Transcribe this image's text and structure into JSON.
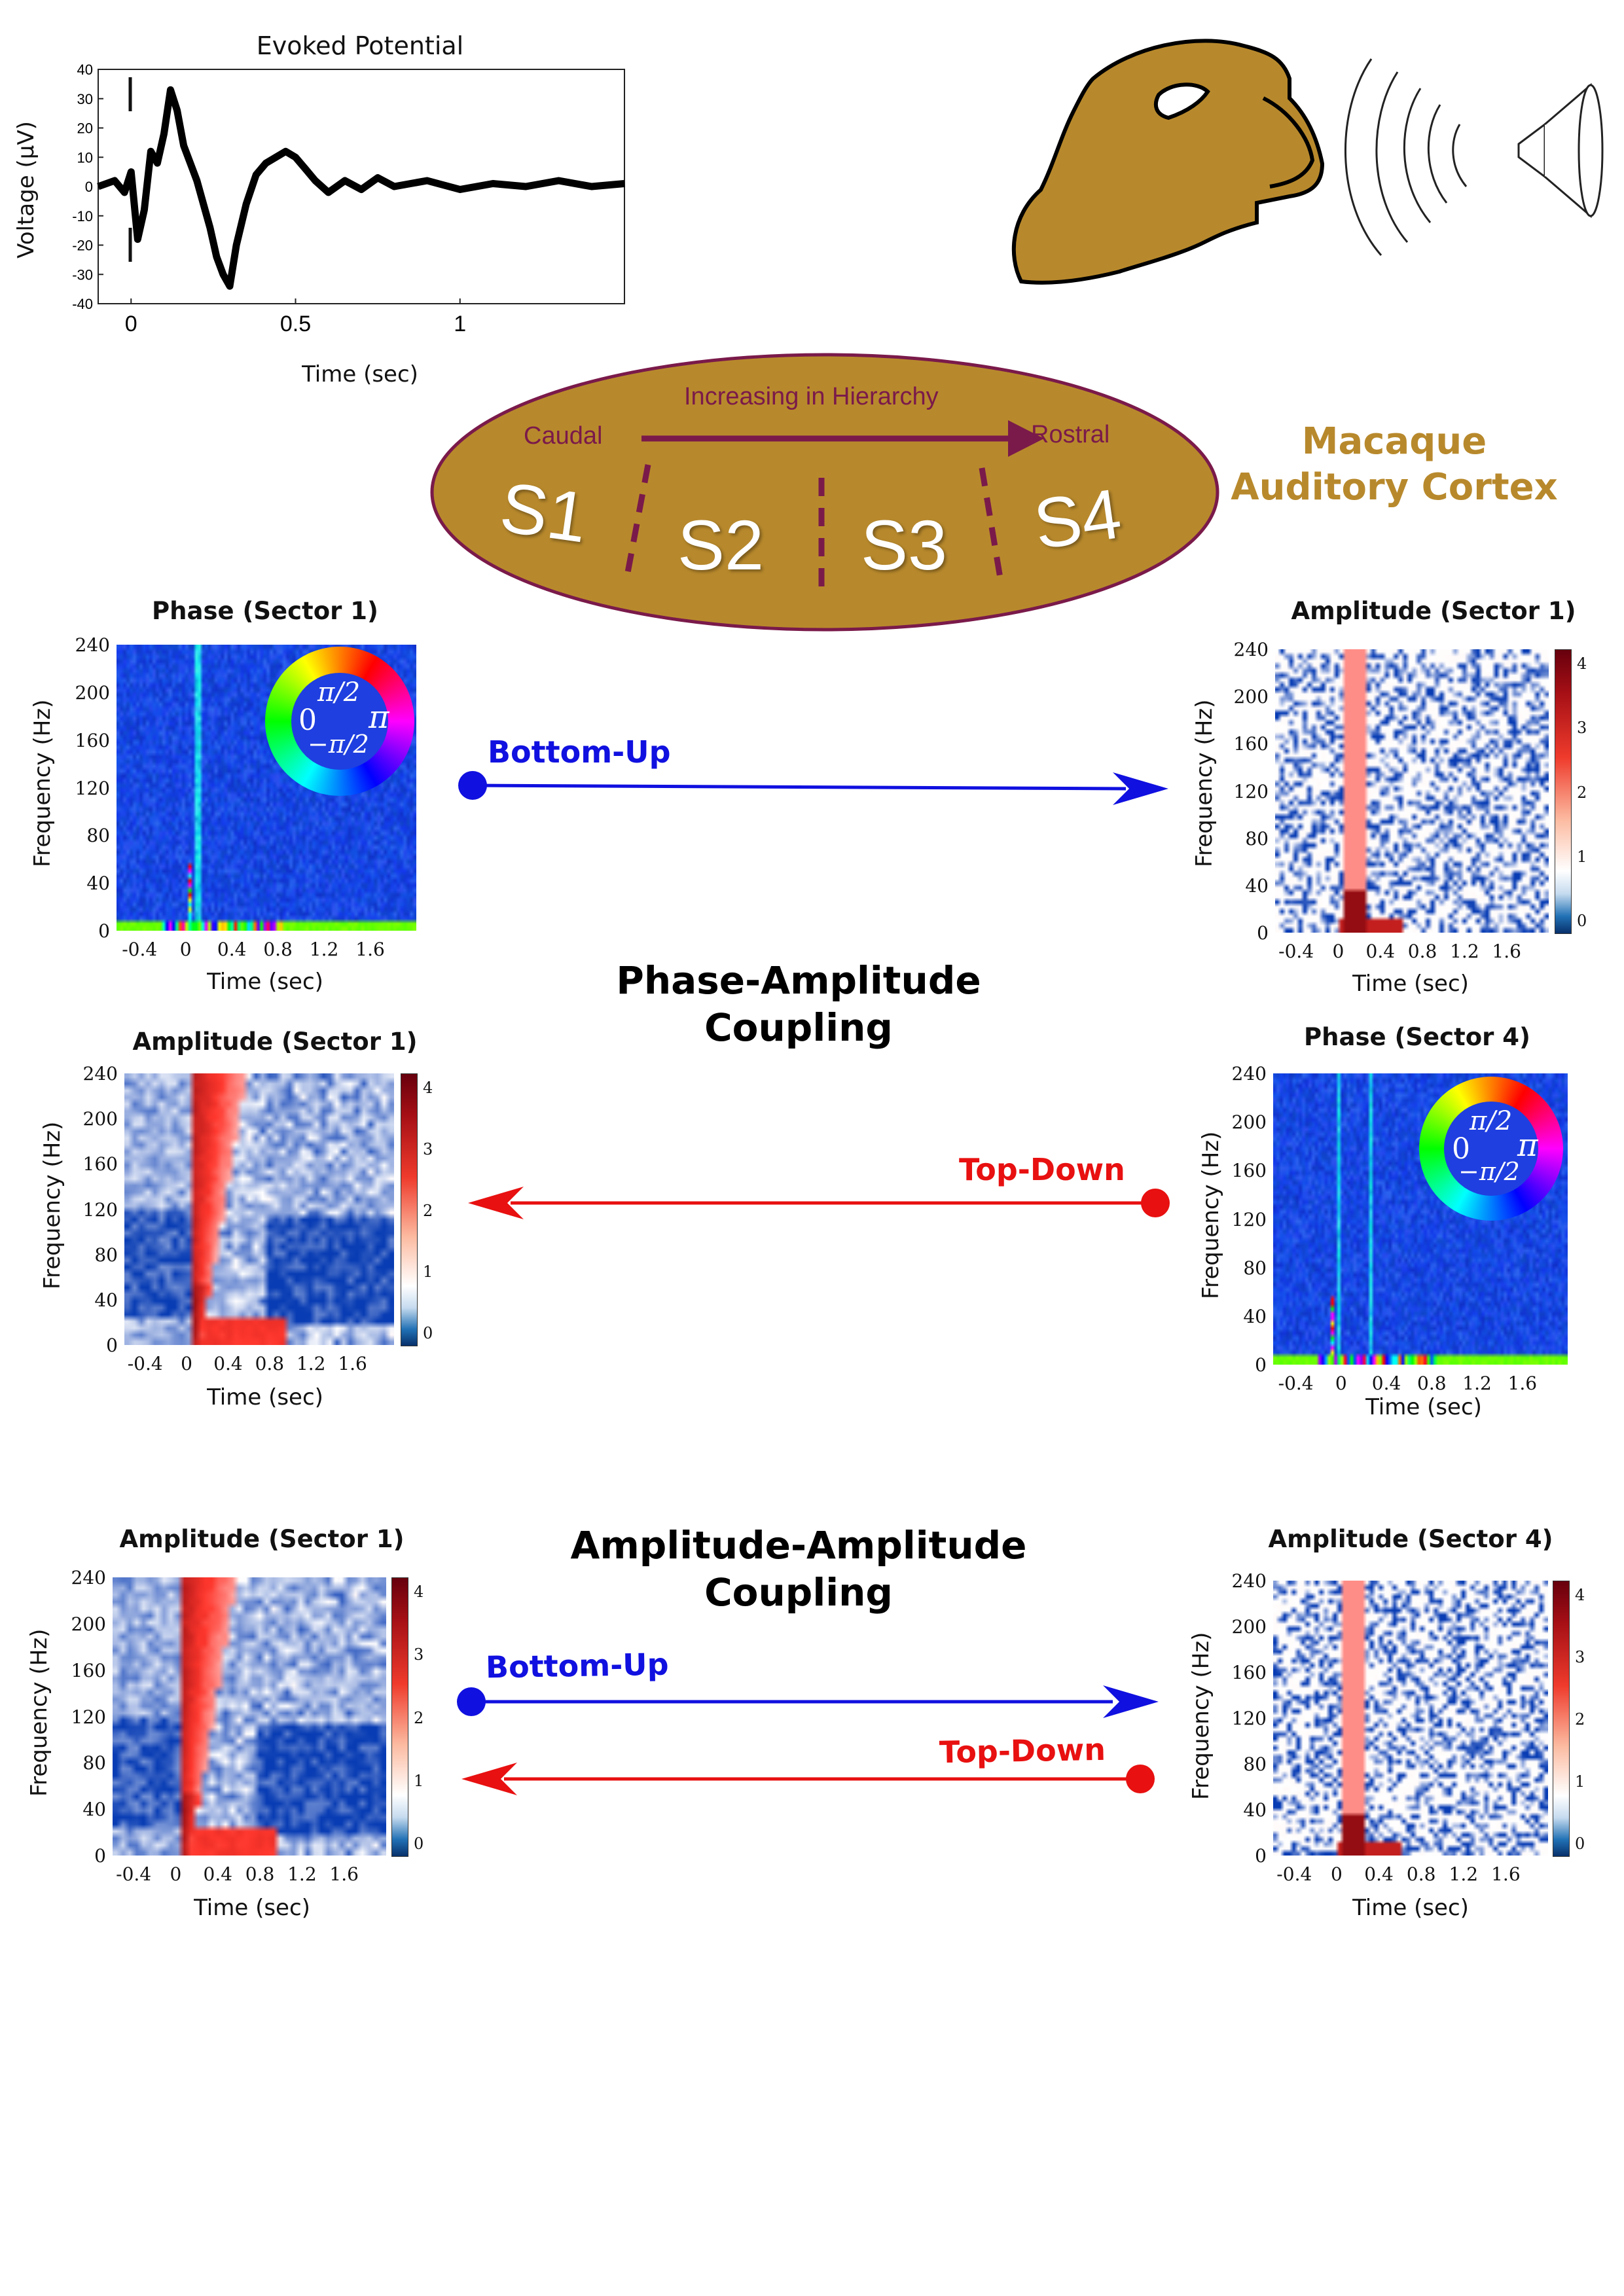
{
  "evoked": {
    "title": "Evoked Potential",
    "ylabel": "Voltage (μV)",
    "xlabel": "Time (sec)",
    "yticks": [
      "40",
      "30",
      "20",
      "10",
      "0",
      "-10",
      "-20",
      "-30",
      "-40"
    ],
    "xticks": [
      "0",
      "0.5",
      "1"
    ]
  },
  "chart_data": {
    "type": "line",
    "title": "Evoked Potential",
    "xlabel": "Time (sec)",
    "ylabel": "Voltage (μV)",
    "xlim": [
      -0.1,
      1.5
    ],
    "ylim": [
      -40,
      40
    ],
    "x": [
      -0.1,
      -0.05,
      -0.02,
      0.0,
      0.02,
      0.04,
      0.06,
      0.08,
      0.1,
      0.12,
      0.14,
      0.16,
      0.18,
      0.2,
      0.22,
      0.24,
      0.26,
      0.28,
      0.3,
      0.32,
      0.35,
      0.38,
      0.41,
      0.44,
      0.47,
      0.5,
      0.53,
      0.56,
      0.6,
      0.65,
      0.7,
      0.75,
      0.8,
      0.9,
      1.0,
      1.1,
      1.2,
      1.3,
      1.4,
      1.5
    ],
    "values": [
      0,
      2,
      -2,
      5,
      -18,
      -8,
      12,
      8,
      18,
      33,
      26,
      14,
      8,
      2,
      -6,
      -14,
      -24,
      -30,
      -34,
      -20,
      -6,
      4,
      8,
      10,
      12,
      10,
      6,
      2,
      -2,
      2,
      -1,
      3,
      0,
      2,
      -1,
      1,
      0,
      2,
      0,
      1
    ]
  },
  "hierarchy": {
    "caudal": "Caudal",
    "rostral": "Rostral",
    "arrow_label": "Increasing in Hierarchy",
    "sectors": [
      "S1",
      "S2",
      "S3",
      "S4"
    ]
  },
  "macaque_label_1": "Macaque",
  "macaque_label_2": "Auditory Cortex",
  "common": {
    "ylabel": "Frequency (Hz)",
    "xlabel": "Time (sec)",
    "yticks": [
      "240",
      "200",
      "160",
      "120",
      "80",
      "40",
      "0"
    ],
    "xticks": [
      "-0.4",
      "0",
      "0.4",
      "0.8",
      "1.2",
      "1.6"
    ],
    "cbticks": [
      "4",
      "3",
      "2",
      "1",
      "0"
    ]
  },
  "wheel": {
    "top": "π/2",
    "left": "0",
    "right": "π",
    "bottom": "−π/2"
  },
  "panels": {
    "p1": "Phase (Sector 1)",
    "p2": "Amplitude (Sector 1)",
    "p3": "Amplitude (Sector 1)",
    "p4": "Phase (Sector 4)",
    "p5": "Amplitude (Sector 1)",
    "p6": "Amplitude (Sector 4)"
  },
  "pac_title_1": "Phase-Amplitude",
  "pac_title_2": "Coupling",
  "aac_title_1": "Amplitude-Amplitude",
  "aac_title_2": "Coupling",
  "arrows": {
    "bottom_up": "Bottom-Up",
    "top_down": "Top-Down"
  },
  "colors": {
    "brown": "#b8892c",
    "maroon": "#7a1a4a",
    "blue": "#1010e0",
    "red": "#e81010"
  }
}
